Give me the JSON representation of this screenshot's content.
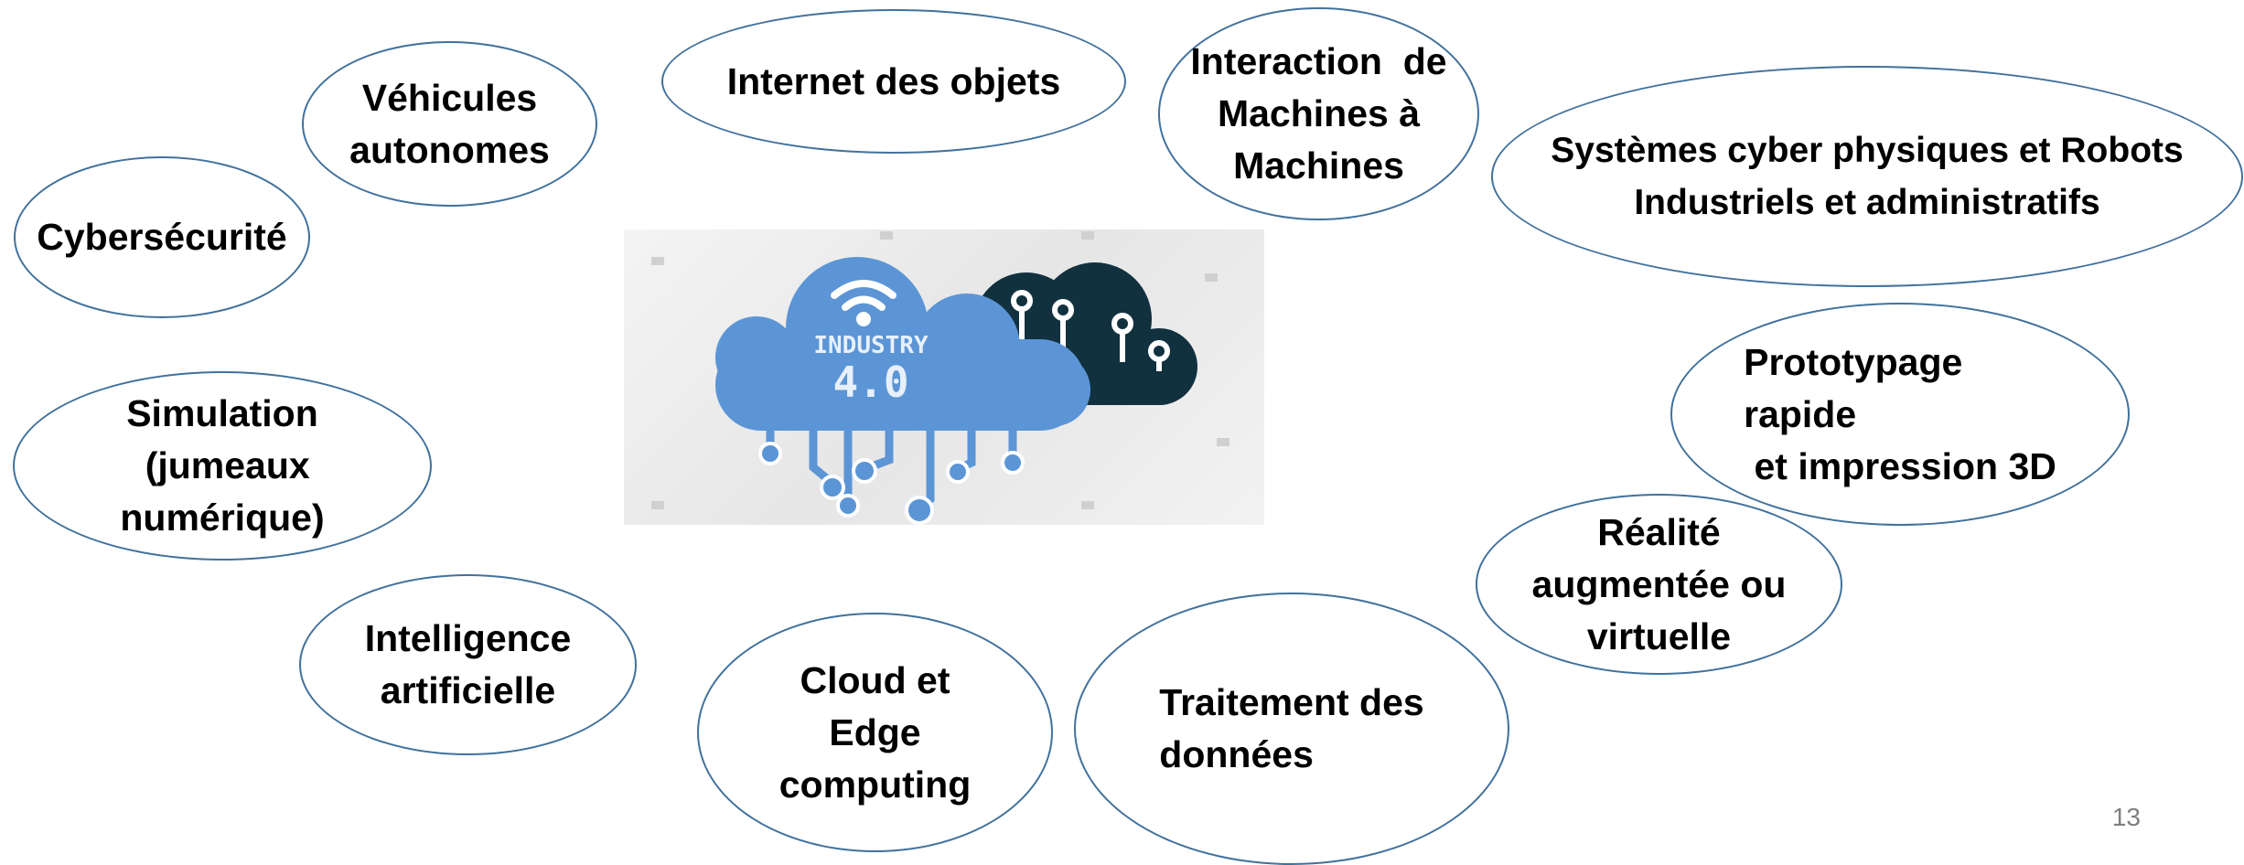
{
  "diagram": {
    "center_image": {
      "icon": "industry-4-0-cloud-icon",
      "caption_line1": "INDUSTRY",
      "caption_line2": "4.0"
    },
    "bubbles": [
      {
        "id": "vehicules",
        "text": "Véhicules\nautonomes"
      },
      {
        "id": "internet",
        "text": "Internet des objets"
      },
      {
        "id": "interaction",
        "text": "Interaction  de\nMachines à\nMachines"
      },
      {
        "id": "systemes",
        "text": "Systèmes cyber physiques et Robots\nIndustriels et administratifs"
      },
      {
        "id": "cybersecurite",
        "text": "Cybersécurité"
      },
      {
        "id": "simulation",
        "text": "Simulation\n (jumeaux\nnumérique)"
      },
      {
        "id": "prototypage",
        "text": "Prototypage\nrapide\n et impression 3D"
      },
      {
        "id": "realite",
        "text": "Réalité\naugmentée ou\nvirtuelle"
      },
      {
        "id": "intelligence",
        "text": "Intelligence\nartificielle"
      },
      {
        "id": "cloud",
        "text": "Cloud et\nEdge\ncomputing"
      },
      {
        "id": "traitement",
        "text": "Traitement des\ndonnées"
      }
    ],
    "colors": {
      "bubble_border": "#41719c",
      "cloud_blue": "#5b95d6",
      "cloud_dark": "#11313f",
      "text": "#000000",
      "page_number": "#7f7f7f"
    }
  },
  "slide": {
    "page_number": "13"
  }
}
